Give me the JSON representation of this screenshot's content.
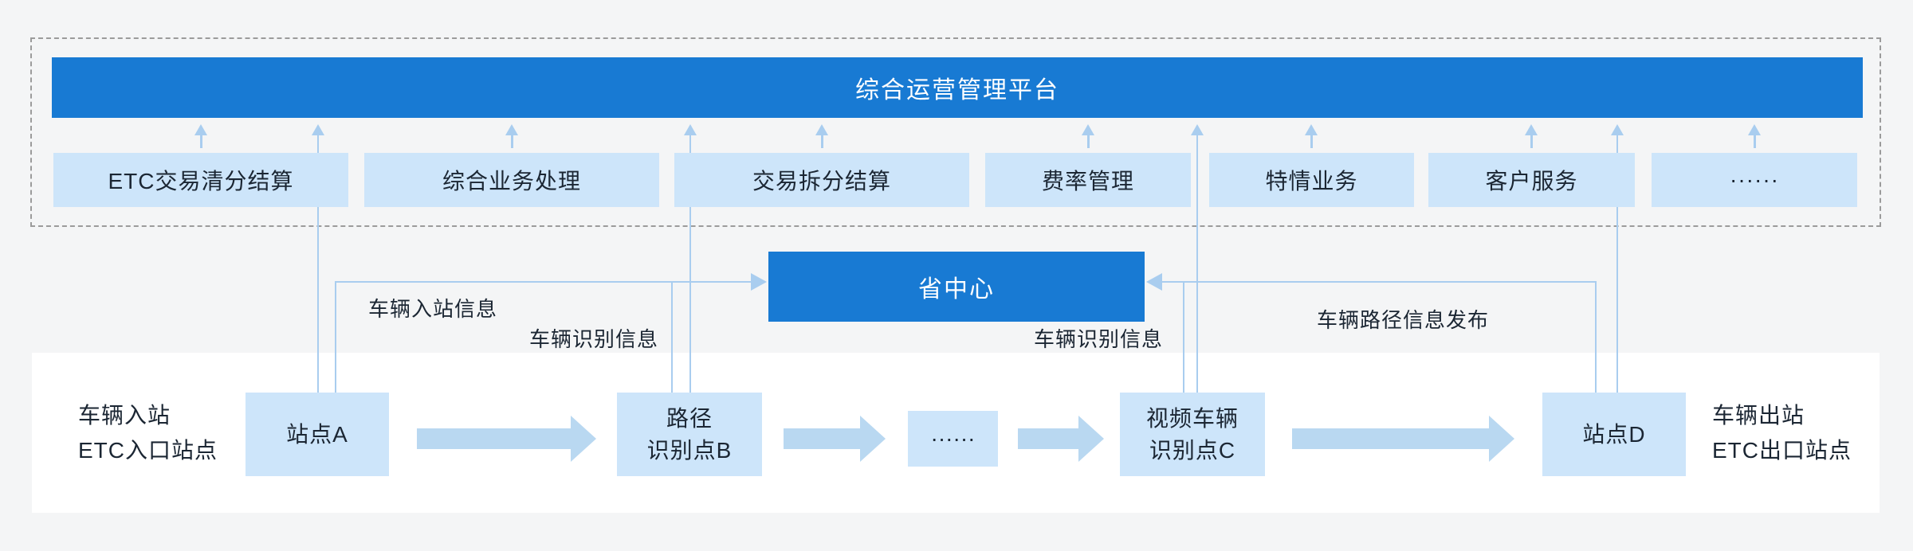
{
  "platform": {
    "title": "综合运营管理平台"
  },
  "modules": [
    {
      "label": "ETC交易清分结算"
    },
    {
      "label": "综合业务处理"
    },
    {
      "label": "交易拆分结算"
    },
    {
      "label": "费率管理"
    },
    {
      "label": "特情业务"
    },
    {
      "label": "客户服务"
    },
    {
      "label": "······"
    }
  ],
  "province_center": {
    "label": "省中心"
  },
  "flow_labels": {
    "vehicle_entry_info": "车辆入站信息",
    "vehicle_recognition_left": "车辆识别信息",
    "vehicle_recognition_right": "车辆识别信息",
    "vehicle_route_publish": "车辆路径信息发布"
  },
  "stations": {
    "a": {
      "line1": "站点A"
    },
    "b": {
      "line1": "路径",
      "line2": "识别点B"
    },
    "dots": {
      "line1": "······"
    },
    "c": {
      "line1": "视频车辆",
      "line2": "识别点C"
    },
    "d": {
      "line1": "站点D"
    }
  },
  "side_labels": {
    "left_line1": "车辆入站",
    "left_line2": "ETC入口站点",
    "right_line1": "车辆出站",
    "right_line2": "ETC出口站点"
  },
  "colors": {
    "primary_blue": "#187ad3",
    "light_blue_box": "#cde5fa",
    "big_arrow_blue": "#b9d8f1",
    "connector_line_blue": "#a9cdef",
    "background_gray": "#f4f5f6",
    "band_white": "#ffffff",
    "text_dark": "#1b2633",
    "dashed_border_gray": "#9b9b9b"
  }
}
